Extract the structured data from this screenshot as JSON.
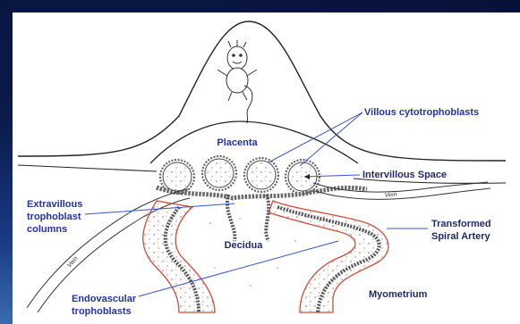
{
  "labels": {
    "placenta": "Placenta",
    "villous": "Villous cytotrophoblasts",
    "intervillous": "Intervillous Space",
    "extravillous_1": "Extravillous",
    "extravillous_2": "trophoblast",
    "extravillous_3": "columns",
    "transformed_1": "Transformed",
    "transformed_2": "Spiral Artery",
    "decidua": "Decidua",
    "myometrium": "Myometrium",
    "endovascular_1": "Endovascular",
    "endovascular_2": "trophoblasts",
    "vein": "Vein"
  },
  "colors": {
    "label_blue": "#2233aa",
    "artery_red": "#d04a3a",
    "pointer_blue": "#3a55c8",
    "background": "#0a1a4a"
  }
}
